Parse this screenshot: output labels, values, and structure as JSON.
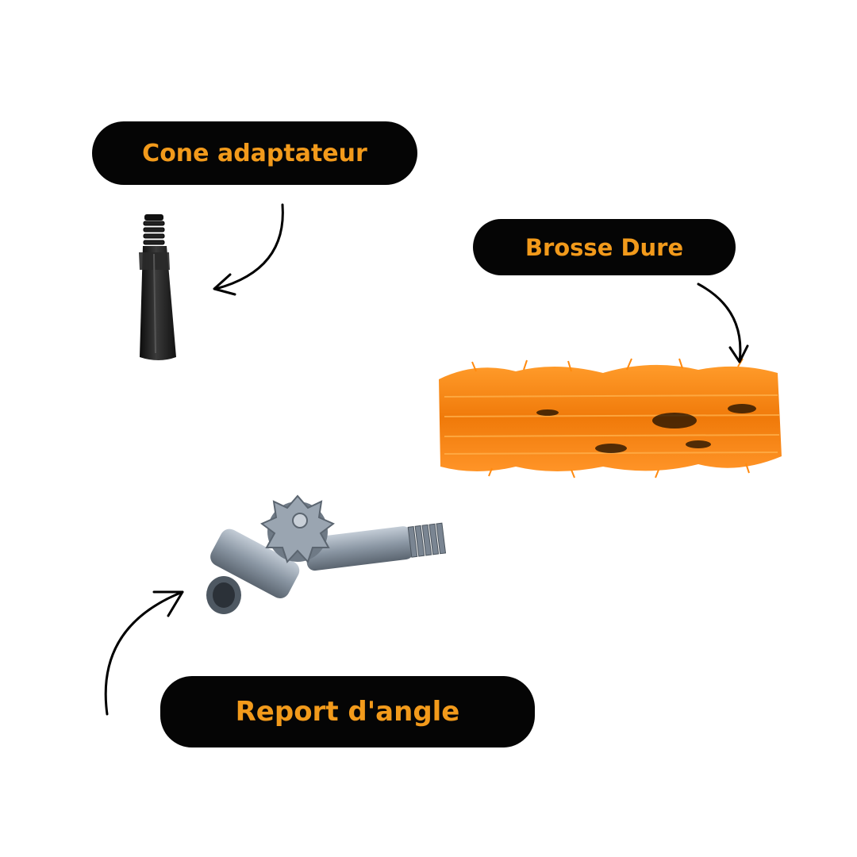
{
  "labels": {
    "cone": "Cone adaptateur",
    "brush": "Brosse Dure",
    "angle": "Report d'angle"
  },
  "colors": {
    "label_bg": "#050505",
    "label_text": "#f29a1b",
    "bristle": "#ff8a0f",
    "grey_part": "#8a96a3",
    "cone_black": "#1e1e1e"
  },
  "icons": [
    "cone-adapter-image",
    "hard-brush-image",
    "angle-joint-image",
    "curved-arrow-icon"
  ]
}
